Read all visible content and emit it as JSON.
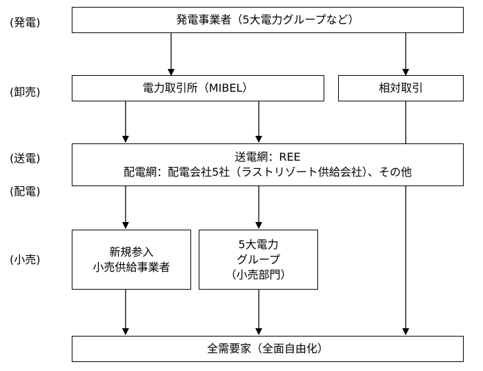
{
  "stages": {
    "generation": "(発電)",
    "wholesale": "(卸売)",
    "transmission": "(送電)",
    "distribution": "(配電)",
    "retail": "(小売)"
  },
  "boxes": {
    "generators": "発電事業者（5大電力グループなど）",
    "exchange": "電力取引所（MIBEL）",
    "bilateral": "相対取引",
    "grid_line1": "送電網：REE",
    "grid_line2": "配電網：配電会社5社（ラストリゾート供給会社）、その他",
    "new_retailers_line1": "新規参入",
    "new_retailers_line2": "小売供給事業者",
    "big5_line1": "5大電力",
    "big5_line2": "グループ",
    "big5_line3": "（小売部門）",
    "consumers": "全需要家（全面自由化）"
  }
}
